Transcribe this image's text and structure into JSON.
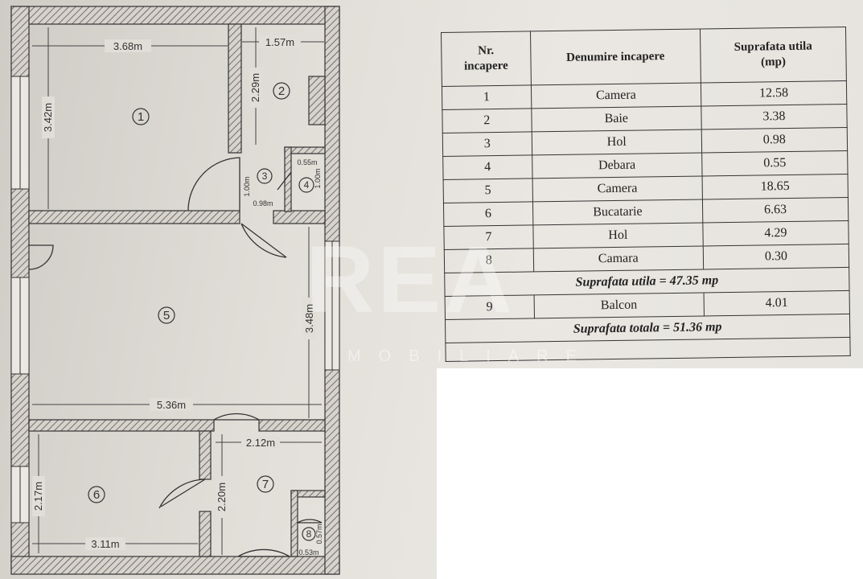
{
  "plan": {
    "dimensions": {
      "room1_width": "3.68m",
      "room1_height": "3.42m",
      "room2_width": "1.57m",
      "room2_height": "2.29m",
      "room4_width": "0.55m",
      "room4_height": "1.00m",
      "room3_height": "1.00m",
      "room3_width": "0.98m",
      "room5_height": "3.48m",
      "room5_width": "5.36m",
      "room7_width": "2.12m",
      "room7_height": "2.20m",
      "room6_height": "2.17m",
      "room6_width": "3.11m",
      "room8_width": "0.53m",
      "room8_height": "0.57m"
    },
    "room_numbers": [
      "1",
      "2",
      "3",
      "4",
      "5",
      "6",
      "7",
      "8"
    ]
  },
  "table": {
    "headers": {
      "nr": [
        "Nr.",
        "incapere"
      ],
      "name": "Denumire incapere",
      "area": [
        "Suprafata utila",
        "(mp)"
      ]
    },
    "rows": [
      {
        "nr": "1",
        "name": "Camera",
        "area": "12.58"
      },
      {
        "nr": "2",
        "name": "Baie",
        "area": "3.38"
      },
      {
        "nr": "3",
        "name": "Hol",
        "area": "0.98"
      },
      {
        "nr": "4",
        "name": "Debara",
        "area": "0.55"
      },
      {
        "nr": "5",
        "name": "Camera",
        "area": "18.65"
      },
      {
        "nr": "6",
        "name": "Bucatarie",
        "area": "6.63"
      },
      {
        "nr": "7",
        "name": "Hol",
        "area": "4.29"
      },
      {
        "nr": "8",
        "name": "Camara",
        "area": "0.30"
      }
    ],
    "useful_total": "Suprafata utila = 47.35 mp",
    "balcony": {
      "nr": "9",
      "name": "Balcon",
      "area": "4.01"
    },
    "grand_total": "Suprafata totala = 51.36 mp"
  },
  "watermark": {
    "big": "REA",
    "small": "MOBILIARE"
  }
}
